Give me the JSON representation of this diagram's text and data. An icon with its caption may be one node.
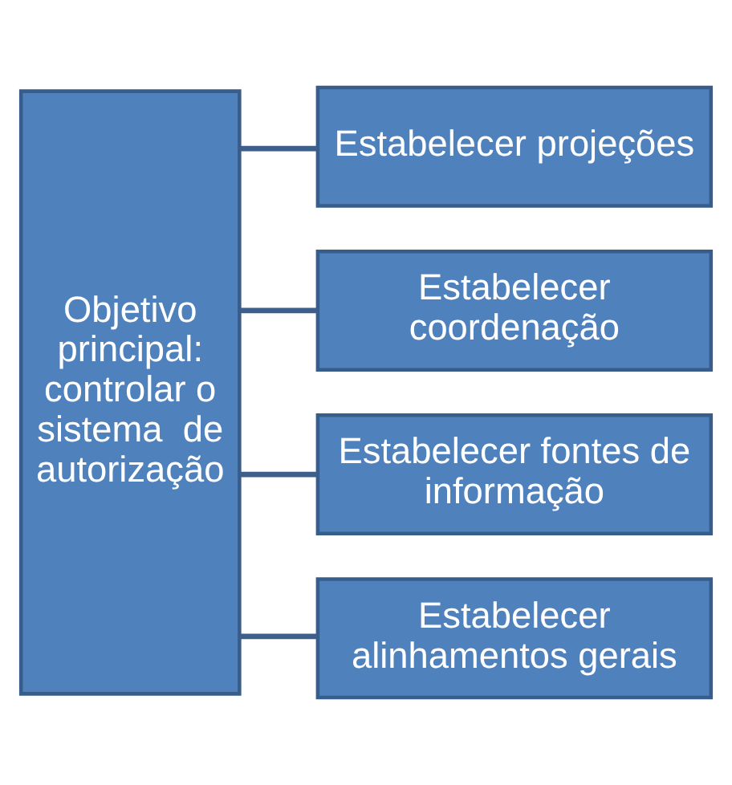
{
  "diagram": {
    "nodes": [
      {
        "text": [
          "Objetivo principal: controlar o sistema  de autorização"
        ]
      },
      {
        "text": [
          "Estabelecer projeções"
        ]
      },
      {
        "text": [
          "Estabelecer coordenação"
        ]
      },
      {
        "text": [
          "Estabelecer fontes de informação"
        ]
      },
      {
        "text": [
          "Estabelecer alinhamentos gerais"
        ]
      }
    ],
    "edges": [
      {
        "from": 0,
        "to": 1,
        "arrow": "none"
      },
      {
        "from": 0,
        "to": 2,
        "arrow": "none"
      },
      {
        "from": 0,
        "to": 3,
        "arrow": "none"
      },
      {
        "from": 0,
        "to": 4,
        "arrow": "none"
      }
    ]
  }
}
